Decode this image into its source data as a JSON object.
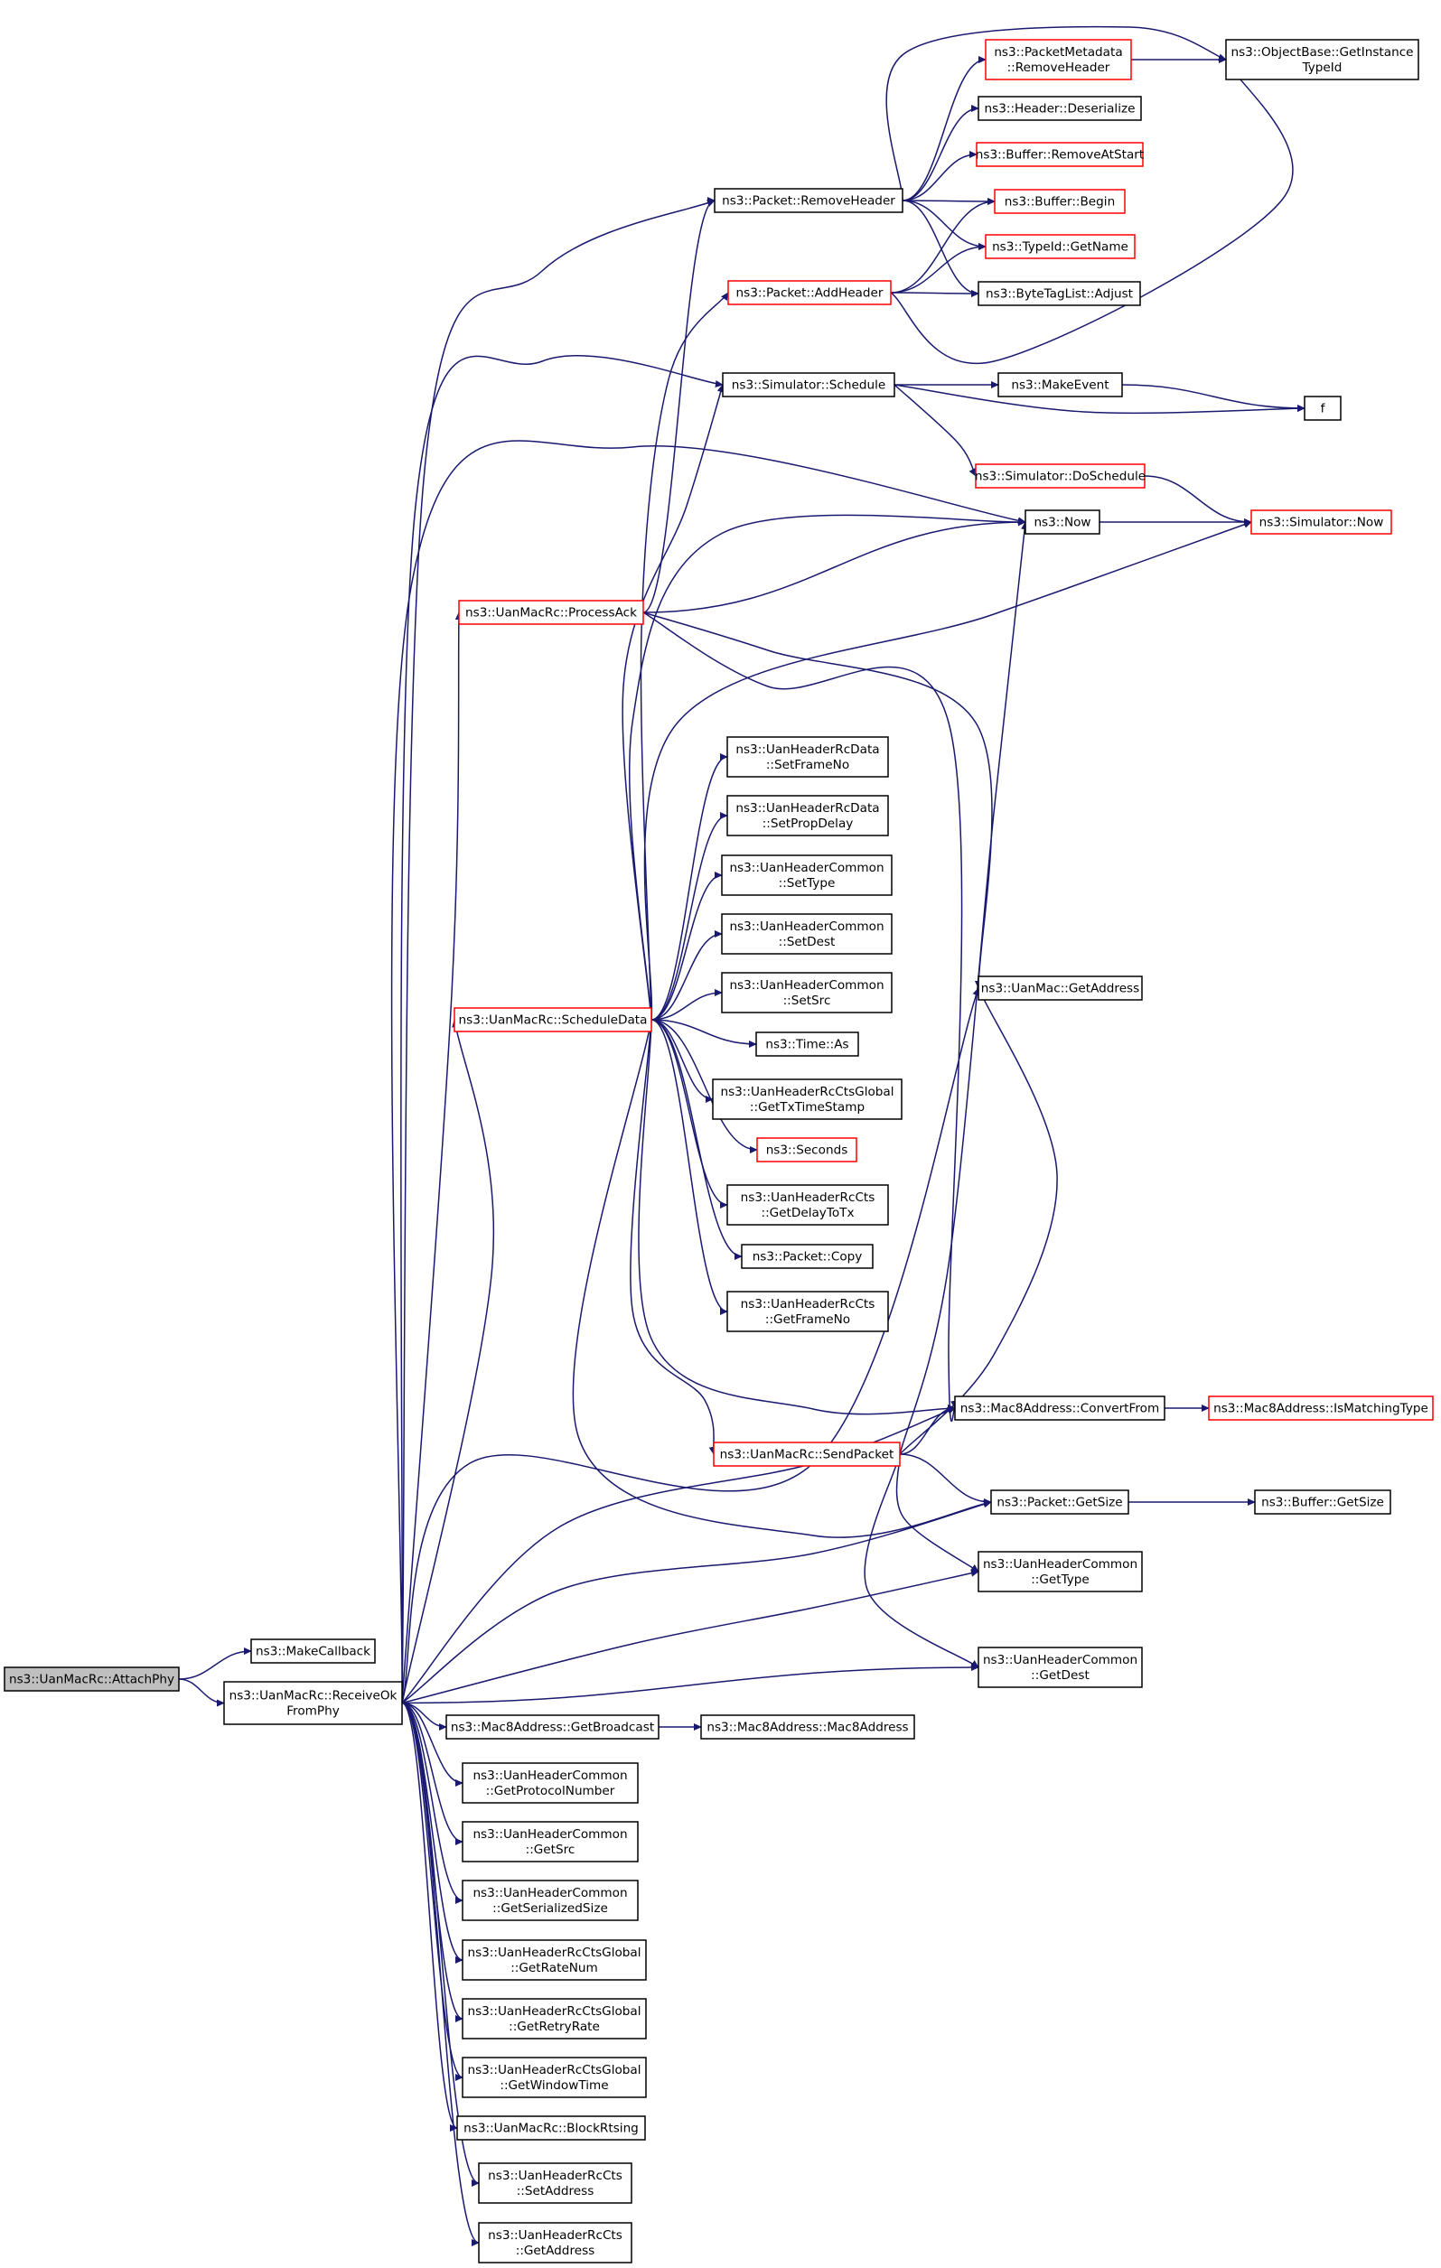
{
  "diagram": {
    "colors": {
      "edge": "#191970",
      "box_border": "#000000",
      "box_border_truncated": "#ff0000",
      "box_fill": "#ffffff",
      "root_fill": "#bfbfbf"
    },
    "nodes": [
      {
        "id": "attachphy",
        "lines": [
          "ns3::UanMacRc::AttachPhy"
        ],
        "style": "root"
      },
      {
        "id": "makecallback",
        "lines": [
          "ns3::MakeCallback"
        ],
        "style": "normal"
      },
      {
        "id": "receiveok",
        "lines": [
          "ns3::UanMacRc::ReceiveOk",
          "FromPhy"
        ],
        "style": "normal"
      },
      {
        "id": "getbroadcast",
        "lines": [
          "ns3::Mac8Address::GetBroadcast"
        ],
        "style": "normal"
      },
      {
        "id": "mac8address",
        "lines": [
          "ns3::Mac8Address::Mac8Address"
        ],
        "style": "normal"
      },
      {
        "id": "getprotocolnumber",
        "lines": [
          "ns3::UanHeaderCommon",
          "::GetProtocolNumber"
        ],
        "style": "normal"
      },
      {
        "id": "getsrc",
        "lines": [
          "ns3::UanHeaderCommon",
          "::GetSrc"
        ],
        "style": "normal"
      },
      {
        "id": "getserializedsize",
        "lines": [
          "ns3::UanHeaderCommon",
          "::GetSerializedSize"
        ],
        "style": "normal"
      },
      {
        "id": "getratenum",
        "lines": [
          "ns3::UanHeaderRcCtsGlobal",
          "::GetRateNum"
        ],
        "style": "normal"
      },
      {
        "id": "getretryrate",
        "lines": [
          "ns3::UanHeaderRcCtsGlobal",
          "::GetRetryRate"
        ],
        "style": "normal"
      },
      {
        "id": "getwindowtime",
        "lines": [
          "ns3::UanHeaderRcCtsGlobal",
          "::GetWindowTime"
        ],
        "style": "normal"
      },
      {
        "id": "blockrtsing",
        "lines": [
          "ns3::UanMacRc::BlockRtsing"
        ],
        "style": "normal"
      },
      {
        "id": "setaddress",
        "lines": [
          "ns3::UanHeaderRcCts",
          "::SetAddress"
        ],
        "style": "normal"
      },
      {
        "id": "getaddress_cts",
        "lines": [
          "ns3::UanHeaderRcCts",
          "::GetAddress"
        ],
        "style": "normal"
      },
      {
        "id": "processack",
        "lines": [
          "ns3::UanMacRc::ProcessAck"
        ],
        "style": "truncated"
      },
      {
        "id": "scheduledata",
        "lines": [
          "ns3::UanMacRc::ScheduleData"
        ],
        "style": "truncated"
      },
      {
        "id": "removeheader",
        "lines": [
          "ns3::Packet::RemoveHeader"
        ],
        "style": "normal"
      },
      {
        "id": "addheader",
        "lines": [
          "ns3::Packet::AddHeader"
        ],
        "style": "truncated"
      },
      {
        "id": "schedule",
        "lines": [
          "ns3::Simulator::Schedule"
        ],
        "style": "normal"
      },
      {
        "id": "setframeno",
        "lines": [
          "ns3::UanHeaderRcData",
          "::SetFrameNo"
        ],
        "style": "normal"
      },
      {
        "id": "setpropdelay",
        "lines": [
          "ns3::UanHeaderRcData",
          "::SetPropDelay"
        ],
        "style": "normal"
      },
      {
        "id": "settype",
        "lines": [
          "ns3::UanHeaderCommon",
          "::SetType"
        ],
        "style": "normal"
      },
      {
        "id": "setdest",
        "lines": [
          "ns3::UanHeaderCommon",
          "::SetDest"
        ],
        "style": "normal"
      },
      {
        "id": "setsrc",
        "lines": [
          "ns3::UanHeaderCommon",
          "::SetSrc"
        ],
        "style": "normal"
      },
      {
        "id": "timeas",
        "lines": [
          "ns3::Time::As"
        ],
        "style": "normal"
      },
      {
        "id": "gettxtimestamp",
        "lines": [
          "ns3::UanHeaderRcCtsGlobal",
          "::GetTxTimeStamp"
        ],
        "style": "normal"
      },
      {
        "id": "seconds",
        "lines": [
          "ns3::Seconds"
        ],
        "style": "truncated"
      },
      {
        "id": "getdelaytotx",
        "lines": [
          "ns3::UanHeaderRcCts",
          "::GetDelayToTx"
        ],
        "style": "normal"
      },
      {
        "id": "packetcopy",
        "lines": [
          "ns3::Packet::Copy"
        ],
        "style": "normal"
      },
      {
        "id": "getframeno",
        "lines": [
          "ns3::UanHeaderRcCts",
          "::GetFrameNo"
        ],
        "style": "normal"
      },
      {
        "id": "sendpacket",
        "lines": [
          "ns3::UanMacRc::SendPacket"
        ],
        "style": "truncated"
      },
      {
        "id": "pm_removeheader",
        "lines": [
          "ns3::PacketMetadata",
          "::RemoveHeader"
        ],
        "style": "truncated"
      },
      {
        "id": "deserialize",
        "lines": [
          "ns3::Header::Deserialize"
        ],
        "style": "normal"
      },
      {
        "id": "removeatstart",
        "lines": [
          "ns3::Buffer::RemoveAtStart"
        ],
        "style": "truncated"
      },
      {
        "id": "bufferbegin",
        "lines": [
          "ns3::Buffer::Begin"
        ],
        "style": "truncated"
      },
      {
        "id": "getname",
        "lines": [
          "ns3::TypeId::GetName"
        ],
        "style": "truncated"
      },
      {
        "id": "adjust",
        "lines": [
          "ns3::ByteTagList::Adjust"
        ],
        "style": "normal"
      },
      {
        "id": "makeevent",
        "lines": [
          "ns3::MakeEvent"
        ],
        "style": "normal"
      },
      {
        "id": "doschedule",
        "lines": [
          "ns3::Simulator::DoSchedule"
        ],
        "style": "truncated"
      },
      {
        "id": "now",
        "lines": [
          "ns3::Now"
        ],
        "style": "normal"
      },
      {
        "id": "uanmac_getaddress",
        "lines": [
          "ns3::UanMac::GetAddress"
        ],
        "style": "normal"
      },
      {
        "id": "convertfrom",
        "lines": [
          "ns3::Mac8Address::ConvertFrom"
        ],
        "style": "normal"
      },
      {
        "id": "getsize",
        "lines": [
          "ns3::Packet::GetSize"
        ],
        "style": "normal"
      },
      {
        "id": "gettype",
        "lines": [
          "ns3::UanHeaderCommon",
          "::GetType"
        ],
        "style": "normal"
      },
      {
        "id": "getdest",
        "lines": [
          "ns3::UanHeaderCommon",
          "::GetDest"
        ],
        "style": "normal"
      },
      {
        "id": "getinstancetypeid",
        "lines": [
          "ns3::ObjectBase::GetInstance",
          "TypeId"
        ],
        "style": "normal"
      },
      {
        "id": "f",
        "lines": [
          "f"
        ],
        "style": "normal"
      },
      {
        "id": "simulatornow",
        "lines": [
          "ns3::Simulator::Now"
        ],
        "style": "truncated"
      },
      {
        "id": "ismatchingtype",
        "lines": [
          "ns3::Mac8Address::IsMatchingType"
        ],
        "style": "truncated"
      },
      {
        "id": "buffergetsize",
        "lines": [
          "ns3::Buffer::GetSize"
        ],
        "style": "normal"
      }
    ],
    "edges": [
      {
        "from": "attachphy",
        "to": "makecallback"
      },
      {
        "from": "attachphy",
        "to": "receiveok"
      },
      {
        "from": "receiveok",
        "to": "getbroadcast"
      },
      {
        "from": "getbroadcast",
        "to": "mac8address"
      },
      {
        "from": "receiveok",
        "to": "getprotocolnumber"
      },
      {
        "from": "receiveok",
        "to": "getsrc"
      },
      {
        "from": "receiveok",
        "to": "getserializedsize"
      },
      {
        "from": "receiveok",
        "to": "getratenum"
      },
      {
        "from": "receiveok",
        "to": "getretryrate"
      },
      {
        "from": "receiveok",
        "to": "getwindowtime"
      },
      {
        "from": "receiveok",
        "to": "blockrtsing"
      },
      {
        "from": "receiveok",
        "to": "setaddress"
      },
      {
        "from": "receiveok",
        "to": "getaddress_cts"
      },
      {
        "from": "receiveok",
        "to": "processack"
      },
      {
        "from": "receiveok",
        "to": "scheduledata"
      },
      {
        "from": "receiveok",
        "to": "removeheader"
      },
      {
        "from": "receiveok",
        "to": "schedule"
      },
      {
        "from": "receiveok",
        "to": "now"
      },
      {
        "from": "receiveok",
        "to": "uanmac_getaddress"
      },
      {
        "from": "receiveok",
        "to": "convertfrom"
      },
      {
        "from": "receiveok",
        "to": "getsize"
      },
      {
        "from": "receiveok",
        "to": "gettype"
      },
      {
        "from": "receiveok",
        "to": "getdest"
      },
      {
        "from": "processack",
        "to": "removeheader"
      },
      {
        "from": "processack",
        "to": "now"
      },
      {
        "from": "processack",
        "to": "uanmac_getaddress"
      },
      {
        "from": "processack",
        "to": "convertfrom"
      },
      {
        "from": "scheduledata",
        "to": "addheader"
      },
      {
        "from": "scheduledata",
        "to": "schedule"
      },
      {
        "from": "scheduledata",
        "to": "now"
      },
      {
        "from": "scheduledata",
        "to": "simulatornow"
      },
      {
        "from": "scheduledata",
        "to": "setframeno"
      },
      {
        "from": "scheduledata",
        "to": "setpropdelay"
      },
      {
        "from": "scheduledata",
        "to": "settype"
      },
      {
        "from": "scheduledata",
        "to": "setdest"
      },
      {
        "from": "scheduledata",
        "to": "setsrc"
      },
      {
        "from": "scheduledata",
        "to": "timeas"
      },
      {
        "from": "scheduledata",
        "to": "gettxtimestamp"
      },
      {
        "from": "scheduledata",
        "to": "seconds"
      },
      {
        "from": "scheduledata",
        "to": "getdelaytotx"
      },
      {
        "from": "scheduledata",
        "to": "packetcopy"
      },
      {
        "from": "scheduledata",
        "to": "getframeno"
      },
      {
        "from": "scheduledata",
        "to": "sendpacket"
      },
      {
        "from": "scheduledata",
        "to": "convertfrom"
      },
      {
        "from": "scheduledata",
        "to": "getsize"
      },
      {
        "from": "removeheader",
        "to": "getinstancetypeid"
      },
      {
        "from": "removeheader",
        "to": "pm_removeheader"
      },
      {
        "from": "removeheader",
        "to": "deserialize"
      },
      {
        "from": "removeheader",
        "to": "removeatstart"
      },
      {
        "from": "removeheader",
        "to": "bufferbegin"
      },
      {
        "from": "removeheader",
        "to": "getname"
      },
      {
        "from": "removeheader",
        "to": "adjust"
      },
      {
        "from": "pm_removeheader",
        "to": "getinstancetypeid"
      },
      {
        "from": "addheader",
        "to": "bufferbegin"
      },
      {
        "from": "addheader",
        "to": "getname"
      },
      {
        "from": "addheader",
        "to": "adjust"
      },
      {
        "from": "addheader",
        "to": "getinstancetypeid"
      },
      {
        "from": "schedule",
        "to": "makeevent"
      },
      {
        "from": "schedule",
        "to": "f"
      },
      {
        "from": "schedule",
        "to": "doschedule"
      },
      {
        "from": "makeevent",
        "to": "f"
      },
      {
        "from": "doschedule",
        "to": "simulatornow"
      },
      {
        "from": "now",
        "to": "simulatornow"
      },
      {
        "from": "sendpacket",
        "to": "now"
      },
      {
        "from": "sendpacket",
        "to": "uanmac_getaddress"
      },
      {
        "from": "sendpacket",
        "to": "convertfrom"
      },
      {
        "from": "sendpacket",
        "to": "getsize"
      },
      {
        "from": "sendpacket",
        "to": "gettype"
      },
      {
        "from": "sendpacket",
        "to": "getdest"
      },
      {
        "from": "convertfrom",
        "to": "ismatchingtype"
      },
      {
        "from": "getsize",
        "to": "buffergetsize"
      }
    ]
  }
}
